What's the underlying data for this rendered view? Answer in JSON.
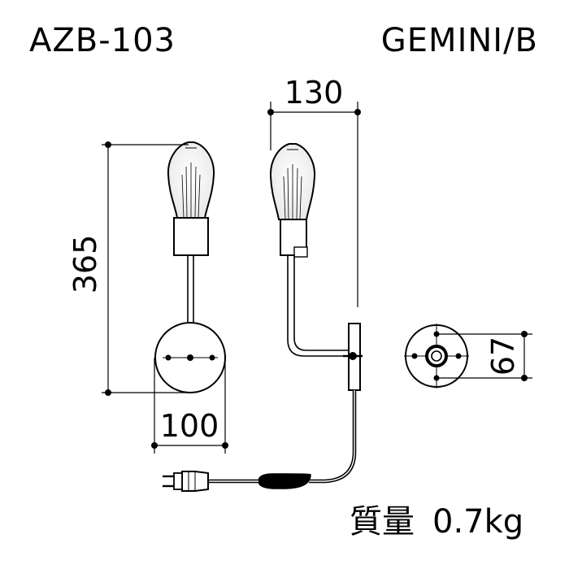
{
  "header": {
    "model_code": "AZB-103",
    "product_name": "GEMINI/B"
  },
  "dimensions": {
    "height": "365",
    "base_width": "100",
    "depth": "130",
    "mount_spacing": "67"
  },
  "footer": {
    "weight_label": "質量",
    "weight_value": "0.7kg"
  }
}
